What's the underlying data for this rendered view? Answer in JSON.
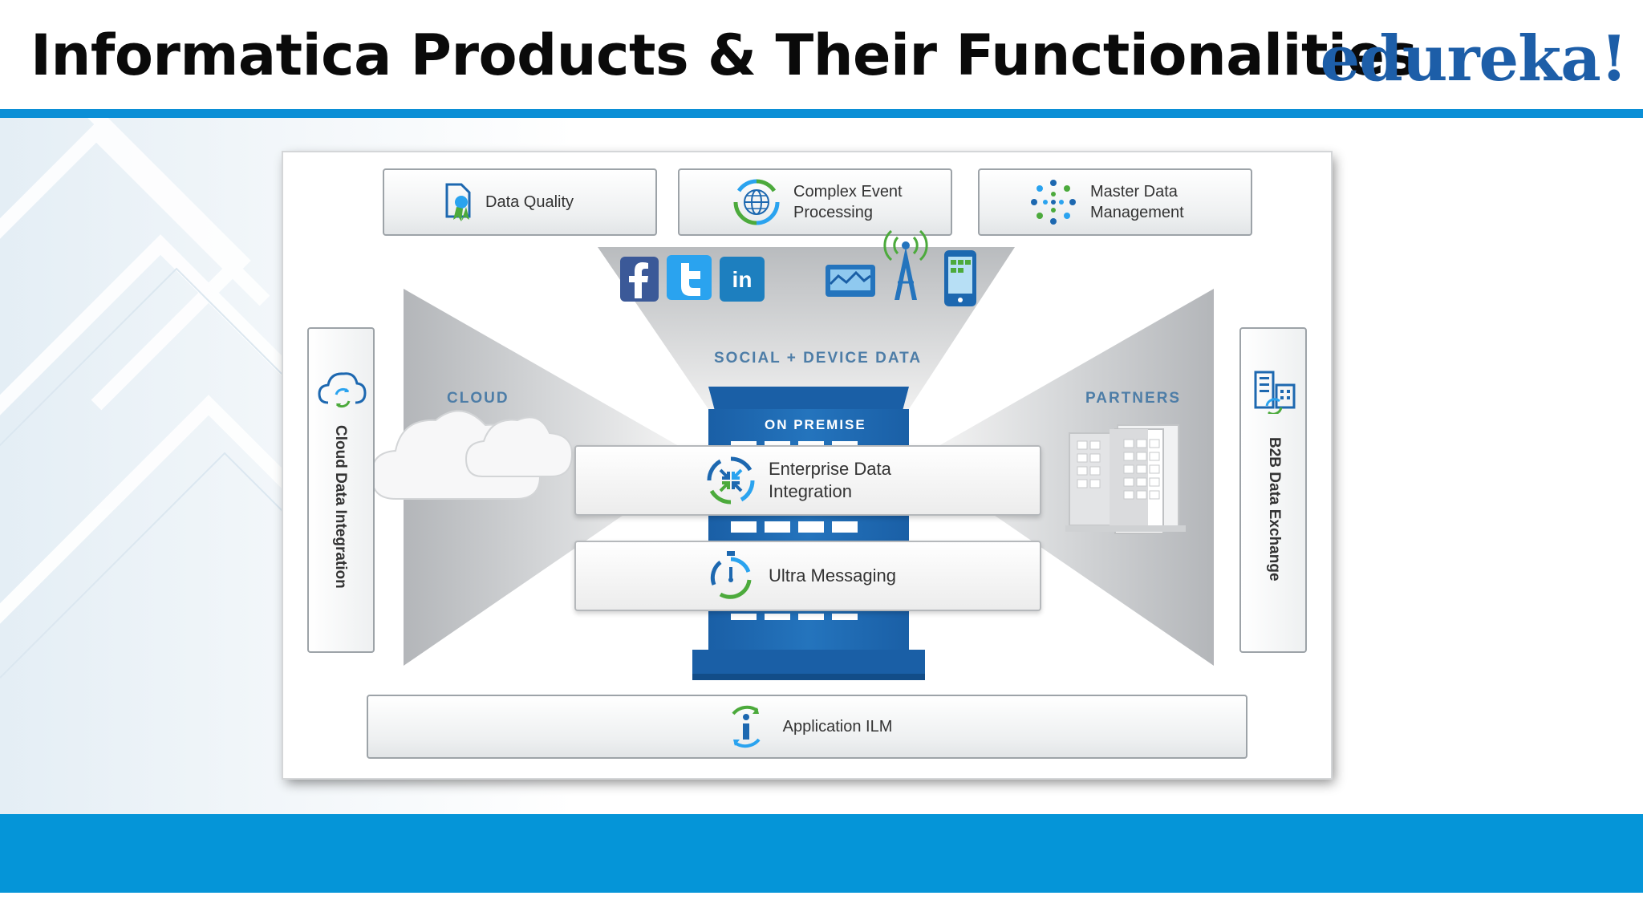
{
  "slide": {
    "title": "Informatica Products & Their Functionalities",
    "logo": "edureka!",
    "accent_color": "#0b8fd6",
    "footer_color": "#0595d8"
  },
  "diagram": {
    "top_products": [
      {
        "icon": "certificate-icon",
        "lines": [
          "Data Quality"
        ]
      },
      {
        "icon": "globe-icon",
        "lines": [
          "Complex Event",
          "Processing"
        ]
      },
      {
        "icon": "dot-cluster-icon",
        "lines": [
          "Master Data",
          "Management"
        ]
      }
    ],
    "left_product": {
      "icon": "cloud-sync-icon",
      "label": "Cloud Data Integration"
    },
    "right_product": {
      "icon": "buildings-exchange-icon",
      "label": "B2B Data Exchange"
    },
    "sections": {
      "social": "SOCIAL + DEVICE DATA",
      "cloud": "CLOUD",
      "partners": "PARTNERS",
      "on_premise": "ON PREMISE"
    },
    "social_icons": [
      "facebook-icon",
      "twitter-icon",
      "linkedin-icon",
      "machine-data-icon",
      "cell-tower-icon",
      "smartphone-icon"
    ],
    "center_products": [
      {
        "icon": "integration-arrows-icon",
        "lines": [
          "Enterprise Data",
          "Integration"
        ]
      },
      {
        "icon": "stopwatch-icon",
        "lines": [
          "Ultra Messaging"
        ]
      }
    ],
    "bottom_product": {
      "icon": "info-cycle-icon",
      "label": "Application ILM"
    },
    "colors": {
      "building_blue": "#1d68b0",
      "section_text": "#4d7da7",
      "facebook": "#3b5998",
      "twitter": "#2aa3ef",
      "linkedin": "#1d7fbf"
    }
  }
}
